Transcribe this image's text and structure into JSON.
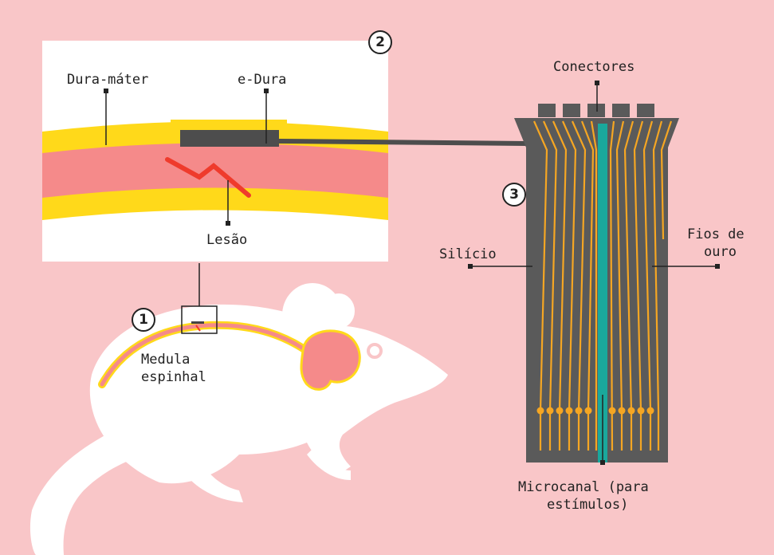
{
  "labels": {
    "dura_mater": "Dura-máter",
    "e_dura": "e-Dura",
    "lesao": "Lesão",
    "medula_line1": "Medula",
    "medula_line2": "espinhal",
    "conectores": "Conectores",
    "silicio": "Silício",
    "fios_line1": "Fios de",
    "fios_line2": "ouro",
    "microcanal_line1": "Microcanal (para",
    "microcanal_line2": "estímulos)"
  },
  "markers": {
    "one": "1",
    "two": "2",
    "three": "3"
  },
  "colors": {
    "background": "#f9c6c8",
    "dura_yellow": "#ffd91a",
    "spinal_pink": "#f58a8a",
    "lesion_red": "#ef3b2c",
    "device_gray": "#5a5a5a",
    "gold_wire": "#f5a623",
    "microchannel_teal": "#1aa89c",
    "ink": "#222222"
  }
}
